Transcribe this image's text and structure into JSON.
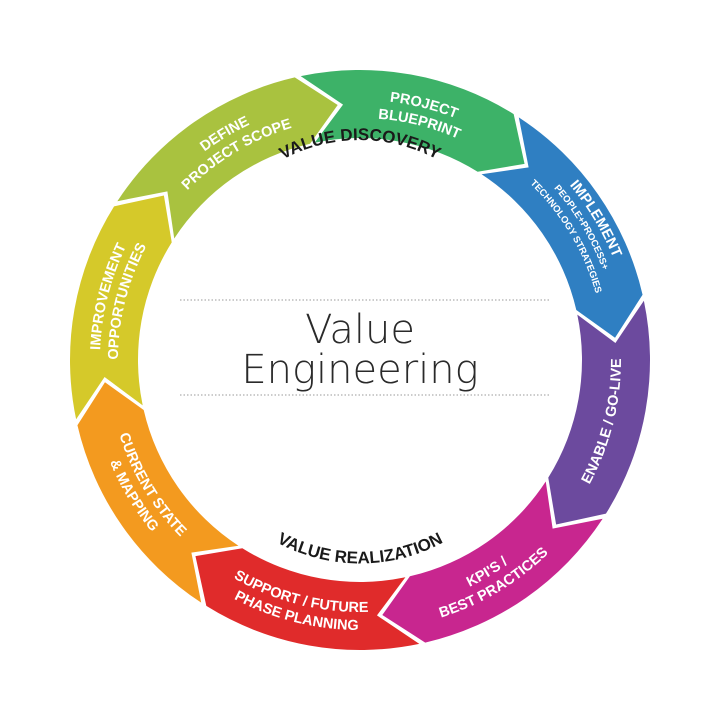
{
  "center": {
    "line1": "Value",
    "line2": "Engineering"
  },
  "ring_text": {
    "top": "VALUE DISCOVERY",
    "bottom": "VALUE REALIZATION"
  },
  "segments": [
    {
      "id": "define-project-scope",
      "color": "#a9c23f",
      "lines": [
        "DEFINE",
        "PROJECT SCOPE"
      ]
    },
    {
      "id": "project-blueprint",
      "color": "#3db268",
      "lines": [
        "PROJECT",
        "BLUEPRINT"
      ]
    },
    {
      "id": "implement",
      "color": "#2f7fc2",
      "lines": [
        "IMPLEMENT",
        "PEOPLE+PROCESS+",
        "TECHNOLOGY STRATEGIES"
      ]
    },
    {
      "id": "enable-go-live",
      "color": "#6c4a9e",
      "lines": [
        "ENABLE / GO-LIVE"
      ]
    },
    {
      "id": "kpis-best-practices",
      "color": "#c8268f",
      "lines": [
        "KPI'S /",
        "BEST PRACTICES"
      ]
    },
    {
      "id": "support-future-phase-planning",
      "color": "#e02b2b",
      "lines": [
        "SUPPORT / FUTURE",
        "PHASE PLANNING"
      ]
    },
    {
      "id": "current-state-mapping",
      "color": "#f39a1f",
      "lines": [
        "CURRENT STATE",
        "& MAPPING"
      ]
    },
    {
      "id": "improvement-opportunities",
      "color": "#d5c92a",
      "lines": [
        "IMPROVEMENT",
        "OPPORTUNITIES"
      ]
    }
  ]
}
